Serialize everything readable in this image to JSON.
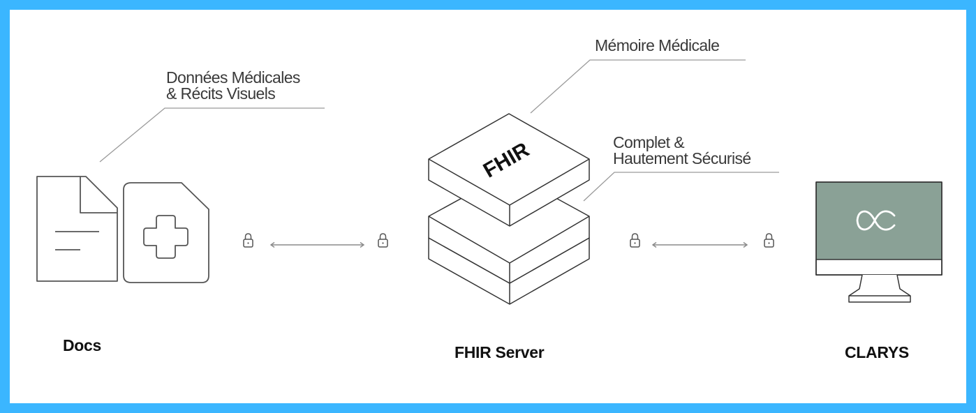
{
  "theme": {
    "frame_color": "#3bb6ff",
    "background": "#ffffff",
    "line_color": "#444444",
    "leader_color": "#9a9a9a",
    "screen_color": "#8aa196",
    "text_color": "#3a3a3a",
    "label_color": "#111111"
  },
  "nodes": [
    {
      "id": "docs",
      "label": "Docs",
      "icons": [
        "document-icon",
        "medical-document-icon"
      ]
    },
    {
      "id": "fhir",
      "label": "FHIR Server",
      "stack_text": "FHIR",
      "icons": [
        "server-stack-icon"
      ]
    },
    {
      "id": "clarys",
      "label": "CLARYS",
      "icons": [
        "monitor-icon",
        "clarys-logo-icon"
      ]
    }
  ],
  "callouts": {
    "docs": {
      "lines": [
        "Données Médicales",
        "& Récits Visuels"
      ]
    },
    "memory": {
      "lines": [
        "Mémoire Médicale"
      ]
    },
    "secure": {
      "lines": [
        "Complet &",
        "Hautement Sécurisé"
      ]
    }
  },
  "connections": [
    {
      "from": "docs",
      "to": "fhir",
      "type": "bidirectional",
      "secured": true,
      "icons": [
        "lock-icon",
        "double-arrow-icon",
        "lock-icon"
      ]
    },
    {
      "from": "fhir",
      "to": "clarys",
      "type": "bidirectional",
      "secured": true,
      "icons": [
        "lock-icon",
        "double-arrow-icon",
        "lock-icon"
      ]
    }
  ]
}
